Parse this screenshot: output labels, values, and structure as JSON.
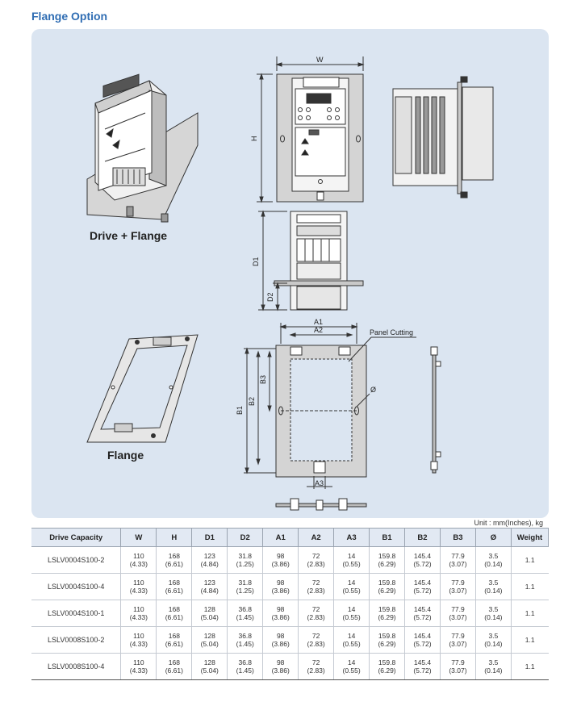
{
  "title": "Flange Option",
  "labels": {
    "drive_flange": "Drive + Flange",
    "flange": "Flange",
    "panel_cutting": "Panel Cutting"
  },
  "dim_labels": {
    "W": "W",
    "H": "H",
    "D1": "D1",
    "D2": "D2",
    "A1": "A1",
    "A2": "A2",
    "A3": "A3",
    "B1": "B1",
    "B2": "B2",
    "B3": "B3",
    "phi": "Ø"
  },
  "unit_note": "Unit : mm(Inches), kg",
  "table": {
    "headers": [
      "Drive Capacity",
      "W",
      "H",
      "D1",
      "D2",
      "A1",
      "A2",
      "A3",
      "B1",
      "B2",
      "B3",
      "Ø",
      "Weight"
    ],
    "rows": [
      {
        "model": "LSLV0004S100-2",
        "cells": [
          [
            "110",
            "(4.33)"
          ],
          [
            "168",
            "(6.61)"
          ],
          [
            "123",
            "(4.84)"
          ],
          [
            "31.8",
            "(1.25)"
          ],
          [
            "98",
            "(3.86)"
          ],
          [
            "72",
            "(2.83)"
          ],
          [
            "14",
            "(0.55)"
          ],
          [
            "159.8",
            "(6.29)"
          ],
          [
            "145.4",
            "(5.72)"
          ],
          [
            "77.9",
            "(3.07)"
          ],
          [
            "3.5",
            "(0.14)"
          ]
        ],
        "weight": "1.1"
      },
      {
        "model": "LSLV0004S100-4",
        "cells": [
          [
            "110",
            "(4.33)"
          ],
          [
            "168",
            "(6.61)"
          ],
          [
            "123",
            "(4.84)"
          ],
          [
            "31.8",
            "(1.25)"
          ],
          [
            "98",
            "(3.86)"
          ],
          [
            "72",
            "(2.83)"
          ],
          [
            "14",
            "(0.55)"
          ],
          [
            "159.8",
            "(6.29)"
          ],
          [
            "145.4",
            "(5.72)"
          ],
          [
            "77.9",
            "(3.07)"
          ],
          [
            "3.5",
            "(0.14)"
          ]
        ],
        "weight": "1.1"
      },
      {
        "model": "LSLV0004S100-1",
        "cells": [
          [
            "110",
            "(4.33)"
          ],
          [
            "168",
            "(6.61)"
          ],
          [
            "128",
            "(5.04)"
          ],
          [
            "36.8",
            "(1.45)"
          ],
          [
            "98",
            "(3.86)"
          ],
          [
            "72",
            "(2.83)"
          ],
          [
            "14",
            "(0.55)"
          ],
          [
            "159.8",
            "(6.29)"
          ],
          [
            "145.4",
            "(5.72)"
          ],
          [
            "77.9",
            "(3.07)"
          ],
          [
            "3.5",
            "(0.14)"
          ]
        ],
        "weight": "1.1"
      },
      {
        "model": "LSLV0008S100-2",
        "cells": [
          [
            "110",
            "(4.33)"
          ],
          [
            "168",
            "(6.61)"
          ],
          [
            "128",
            "(5.04)"
          ],
          [
            "36.8",
            "(1.45)"
          ],
          [
            "98",
            "(3.86)"
          ],
          [
            "72",
            "(2.83)"
          ],
          [
            "14",
            "(0.55)"
          ],
          [
            "159.8",
            "(6.29)"
          ],
          [
            "145.4",
            "(5.72)"
          ],
          [
            "77.9",
            "(3.07)"
          ],
          [
            "3.5",
            "(0.14)"
          ]
        ],
        "weight": "1.1"
      },
      {
        "model": "LSLV0008S100-4",
        "cells": [
          [
            "110",
            "(4.33)"
          ],
          [
            "168",
            "(6.61)"
          ],
          [
            "128",
            "(5.04)"
          ],
          [
            "36.8",
            "(1.45)"
          ],
          [
            "98",
            "(3.86)"
          ],
          [
            "72",
            "(2.83)"
          ],
          [
            "14",
            "(0.55)"
          ],
          [
            "159.8",
            "(6.29)"
          ],
          [
            "145.4",
            "(5.72)"
          ],
          [
            "77.9",
            "(3.07)"
          ],
          [
            "3.5",
            "(0.14)"
          ]
        ],
        "weight": "1.1"
      }
    ]
  }
}
